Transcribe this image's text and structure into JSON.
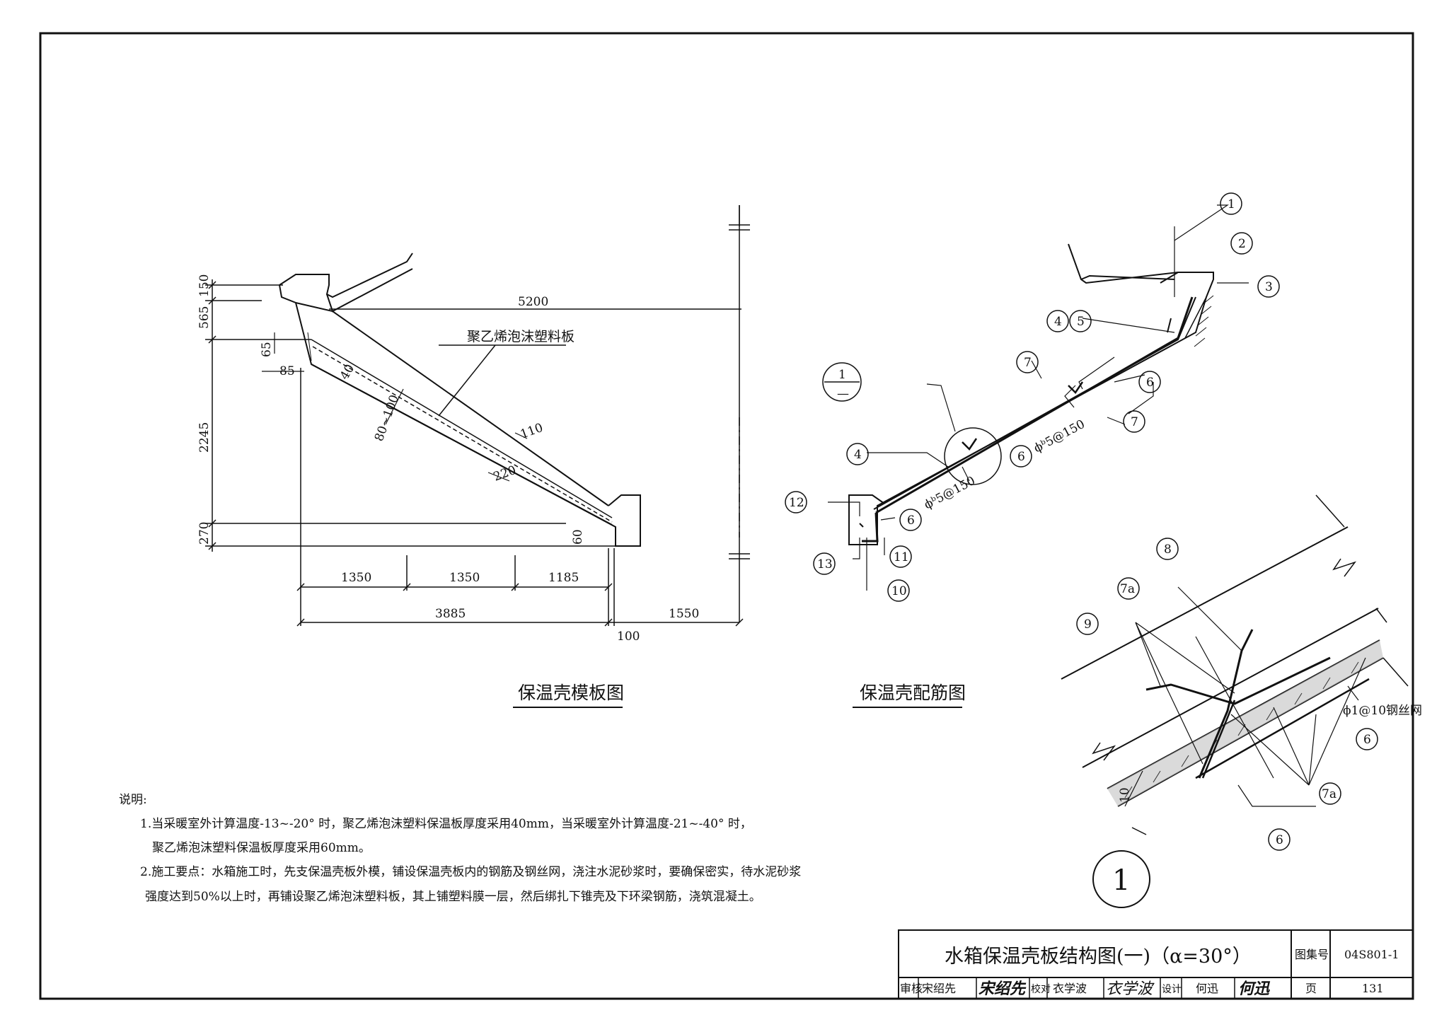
{
  "left_drawing": {
    "title": "保温壳模板图",
    "material_label": "聚乙烯泡沫塑料板",
    "dims": {
      "d5200": "5200",
      "d150": "150",
      "d565": "565",
      "d65": "65",
      "d85": "85",
      "d40": "40",
      "d80_100": "80~100",
      "d110": "110",
      "d220": "220",
      "d2245": "2245",
      "d270": "270",
      "d60": "60",
      "d1350a": "1350",
      "d1350b": "1350",
      "d1185": "1185",
      "d3885": "3885",
      "d1550": "1550",
      "d100": "100"
    }
  },
  "right_drawing": {
    "title": "保温壳配筋图",
    "rebar_label_1": "ϕᵇ5@150",
    "rebar_label_2": "ϕᵇ5@150",
    "section_mark_top": "1",
    "section_mark_bottom": "—",
    "markers": [
      "1",
      "2",
      "3",
      "4",
      "5",
      "7",
      "6",
      "7",
      "6",
      "4",
      "12",
      "6",
      "11",
      "13",
      "10"
    ]
  },
  "detail_drawing": {
    "detail_number": "1",
    "mesh_label": "ϕ1@10钢丝网",
    "dim_10": "10",
    "markers": [
      "8",
      "7a",
      "9",
      "6",
      "7a",
      "6"
    ]
  },
  "notes": {
    "heading": "说明:",
    "line1": "1.当采暖室外计算温度-13~-20° 时，聚乙烯泡沫塑料保温板厚度采用40mm，当采暖室外计算温度-21~-40° 时，",
    "line1b": "聚乙烯泡沫塑料保温板厚度采用60mm。",
    "line2": "2.施工要点：水箱施工时，先支保温壳板外模，铺设保温壳板内的钢筋及钢丝网，浇注水泥砂浆时，要确保密实，待水泥砂浆",
    "line2b": "强度达到50%以上时，再铺设聚乙烯泡沫塑料板，其上铺塑料膜一层，然后绑扎下锥壳及下环梁钢筋，浇筑混凝土。"
  },
  "title_block": {
    "title": "水箱保温壳板结构图(一)（α=30°）",
    "atlas_label": "图集号",
    "atlas_no": "04S801-1",
    "review_label": "审核",
    "reviewer": "宋绍先",
    "reviewer_sig": "宋绍先",
    "check_label": "校对",
    "checker": "衣学波",
    "checker_sig": "衣学波",
    "design_label": "设计",
    "designer": "何迅",
    "designer_sig": "何迅",
    "page_label": "页",
    "page_no": "131"
  }
}
